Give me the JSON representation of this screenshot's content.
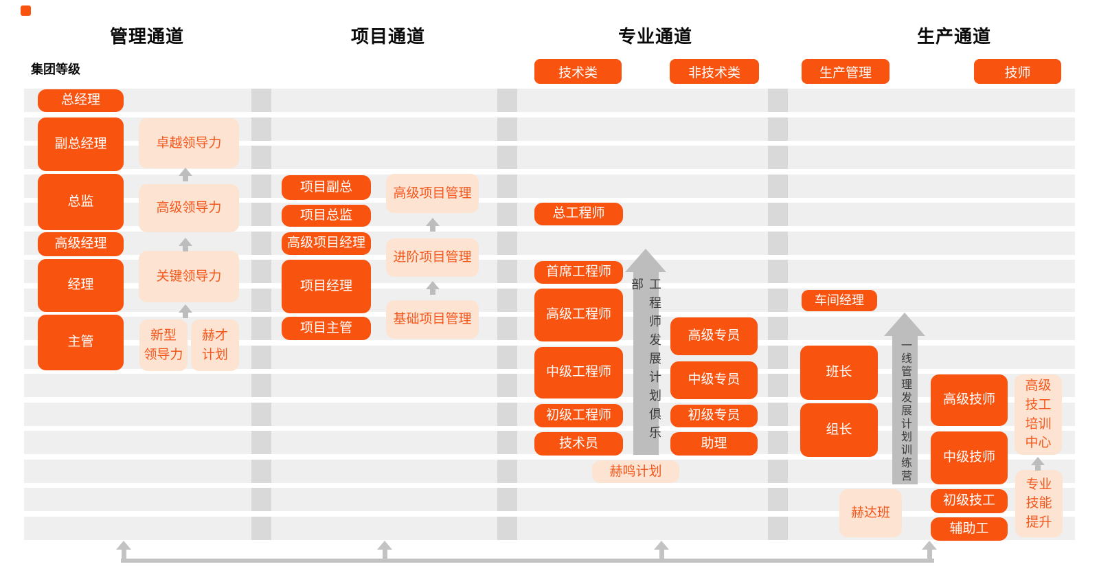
{
  "header": {
    "channel_titles": [
      "管理通道",
      "项目通道",
      "专业通道",
      "生产通道"
    ],
    "group_level_label": "集团等级"
  },
  "management": {
    "levels": [
      "总经理",
      "副总经理",
      "总监",
      "高级经理",
      "经理",
      "主管"
    ],
    "programs": [
      "卓越领导力",
      "高级领导力",
      "关键领导力",
      "新型\n领导力",
      "赫才\n计划"
    ]
  },
  "project": {
    "levels": [
      "项目副总",
      "项目总监",
      "高级项目经理",
      "项目经理",
      "项目主管"
    ],
    "programs": [
      "高级项目管理",
      "进阶项目管理",
      "基础项目管理"
    ]
  },
  "professional": {
    "category_tabs": [
      "技术类",
      "非技术类"
    ],
    "technical_levels": [
      "总工程师",
      "首席工程师",
      "高级工程师",
      "中级工程师",
      "初级工程师",
      "技术员"
    ],
    "non_technical_levels": [
      "高级专员",
      "中级专员",
      "初级专员",
      "助理"
    ],
    "development_arrow_label": "工程师发展计划俱乐部",
    "program": "赫鸣计划"
  },
  "production": {
    "category_tabs": [
      "生产管理",
      "技师"
    ],
    "management_levels": [
      "车间经理",
      "班长",
      "组长"
    ],
    "technician_levels": [
      "高级技师",
      "中级技师",
      "初级技工",
      "辅助工"
    ],
    "development_arrow_label": "一线管理发展计划训练营",
    "programs": [
      "赫达班",
      "高级\n技工\n培训\n中心",
      "专业\n技能\n提升"
    ]
  },
  "colors": {
    "accent_orange": "#F95310",
    "pale_orange": "#FCE3D2",
    "stripe_gray": "#EFEFEF",
    "divider_gray": "#D9D9D9",
    "arrow_gray": "#BDBDBD",
    "baseline_gray": "#C3C3C3"
  }
}
